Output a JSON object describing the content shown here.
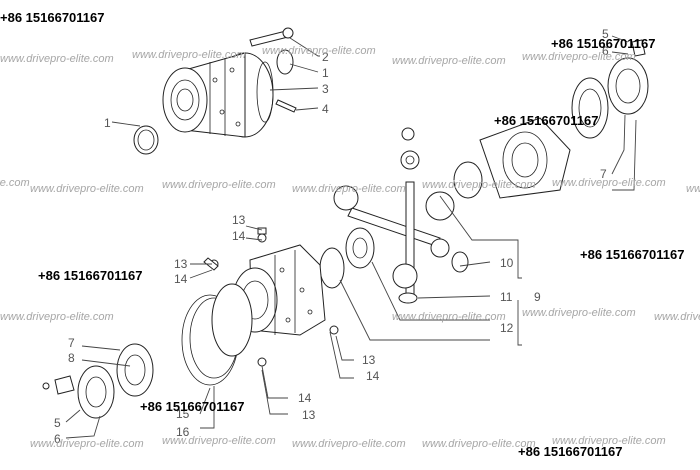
{
  "phone_labels": [
    "+86 15166701167",
    "+86 15166701167",
    "+86 15166701167",
    "+86 15166701167",
    "+86 15166701167",
    "+86 15166701167",
    "+86 15166701167"
  ],
  "watermark": "www.drivepro-elite.com",
  "callouts": {
    "n1a": "1",
    "n1b": "1",
    "n2": "2",
    "n3": "3",
    "n4": "4",
    "n5a": "5",
    "n6a": "6",
    "n7a": "7",
    "n5b": "5",
    "n6b": "6",
    "n7b": "7",
    "n8": "8",
    "n9": "9",
    "n10": "10",
    "n11": "11",
    "n12": "12",
    "n13a": "13",
    "n14a": "14",
    "n13b": "13",
    "n14b": "14",
    "n13c": "13",
    "n14c": "14",
    "n14d": "14",
    "n13d": "13",
    "n15": "15",
    "n16": "16"
  },
  "colors": {
    "line": "#222222",
    "watermark": "#a6a6a6",
    "callout": "#555555",
    "phone": "#000000"
  }
}
